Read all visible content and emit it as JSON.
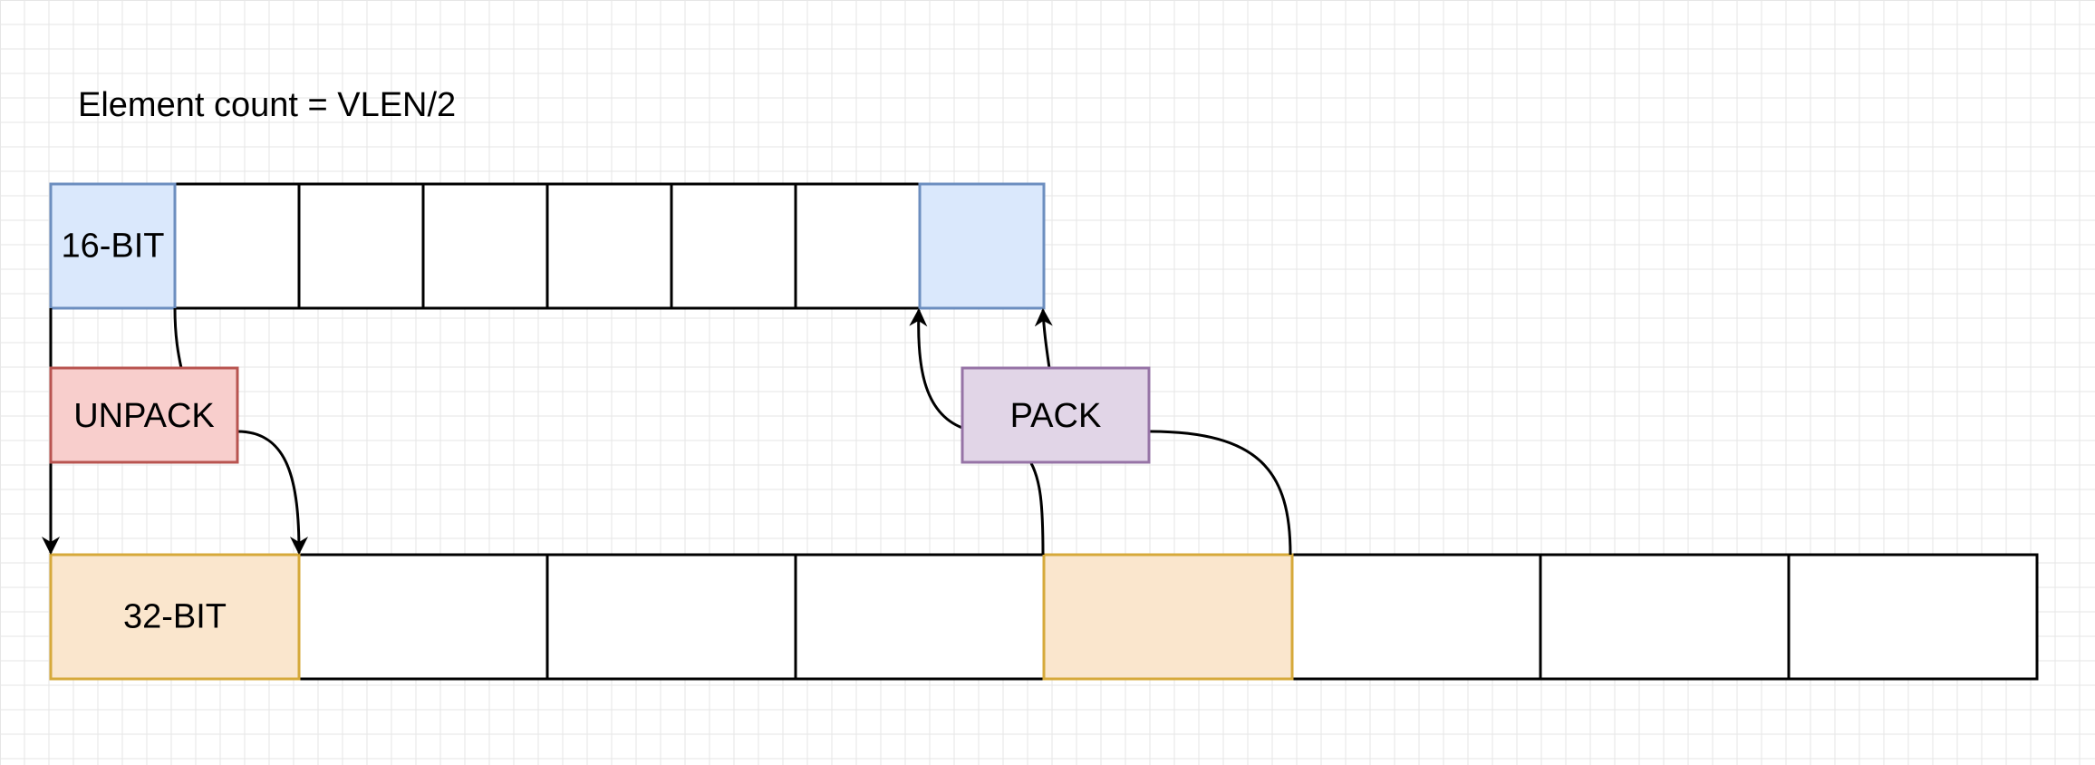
{
  "caption": "Element count = VLEN/2",
  "rows": {
    "top": {
      "label": "16-BIT",
      "cell_count": 8,
      "highlight_cells": [
        0,
        7
      ]
    },
    "bottom": {
      "label": "32-BIT",
      "cell_count": 8,
      "highlight_cells": [
        0,
        4
      ]
    }
  },
  "ops": {
    "unpack": {
      "label": "UNPACK"
    },
    "pack": {
      "label": "PACK"
    }
  },
  "colors": {
    "grid": "#e6e6e6",
    "cell_stroke": "#000000",
    "top_highlight_fill": "#dae8fc",
    "top_highlight_stroke": "#6c8ebf",
    "bottom_highlight_fill": "#fae6cd",
    "bottom_highlight_stroke": "#d6a93a",
    "unpack_fill": "#f8cecc",
    "unpack_stroke": "#b85450",
    "pack_fill": "#e1d5e7",
    "pack_stroke": "#9673a6"
  }
}
